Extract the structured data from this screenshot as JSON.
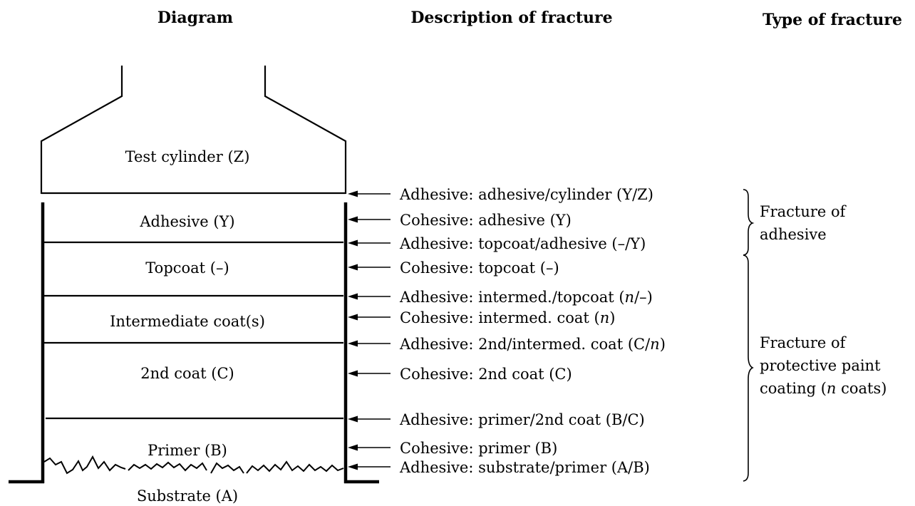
{
  "headers": {
    "diagram": "Diagram",
    "description": "Description of fracture",
    "type": "Type of fracture"
  },
  "layers": {
    "test_cylinder": "Test cylinder (Z)",
    "adhesive": "Adhesive (Y)",
    "topcoat": "Topcoat (–)",
    "intermediate": "Intermediate coat(s)",
    "second_coat": "2nd coat (C)",
    "primer": "Primer (B)",
    "substrate": "Substrate (A)"
  },
  "descriptions": [
    {
      "pre": "Adhesive: adhesive/cylinder (Y/Z)",
      "it": "",
      "post": ""
    },
    {
      "pre": "Cohesive: adhesive (Y)",
      "it": "",
      "post": ""
    },
    {
      "pre": "Adhesive: topcoat/adhesive (–/Y)",
      "it": "",
      "post": ""
    },
    {
      "pre": "Cohesive: topcoat (–)",
      "it": "",
      "post": ""
    },
    {
      "pre": "Adhesive: intermed./topcoat (",
      "it": "n",
      "post": "/–)"
    },
    {
      "pre": "Cohesive: intermed. coat (",
      "it": "n",
      "post": ")"
    },
    {
      "pre": "Adhesive: 2nd/intermed. coat (C/",
      "it": "n",
      "post": ")"
    },
    {
      "pre": "Cohesive: 2nd coat (C)",
      "it": "",
      "post": ""
    },
    {
      "pre": "Adhesive: primer/2nd coat (B/C)",
      "it": "",
      "post": ""
    },
    {
      "pre": "Cohesive: primer (B)",
      "it": "",
      "post": ""
    },
    {
      "pre": "Adhesive: substrate/primer (A/B)",
      "it": "",
      "post": ""
    }
  ],
  "groups": {
    "adhesive_line1": "Fracture of",
    "adhesive_line2": "adhesive",
    "paint_line1": "Fracture of",
    "paint_line2": "protective paint",
    "paint_line3_pre": "coating (",
    "paint_line3_it": "n",
    "paint_line3_post": " coats)"
  }
}
